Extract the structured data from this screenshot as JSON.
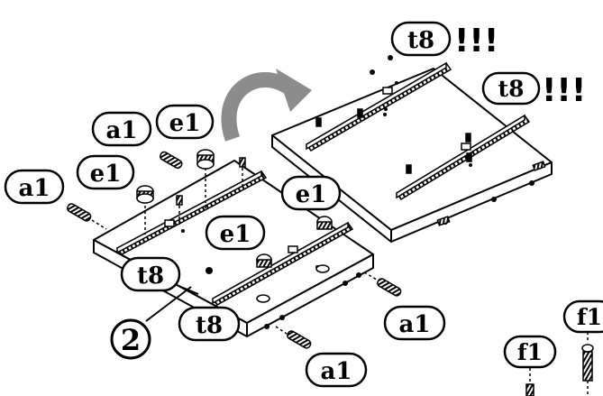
{
  "labels": {
    "t8": "t8",
    "a1": "a1",
    "e1": "e1",
    "f1": "f1",
    "step": "2",
    "warn": "!!!"
  },
  "colors": {
    "ink": "#000000",
    "arrow": "#8c8c8c",
    "paper": "#ffffff"
  }
}
